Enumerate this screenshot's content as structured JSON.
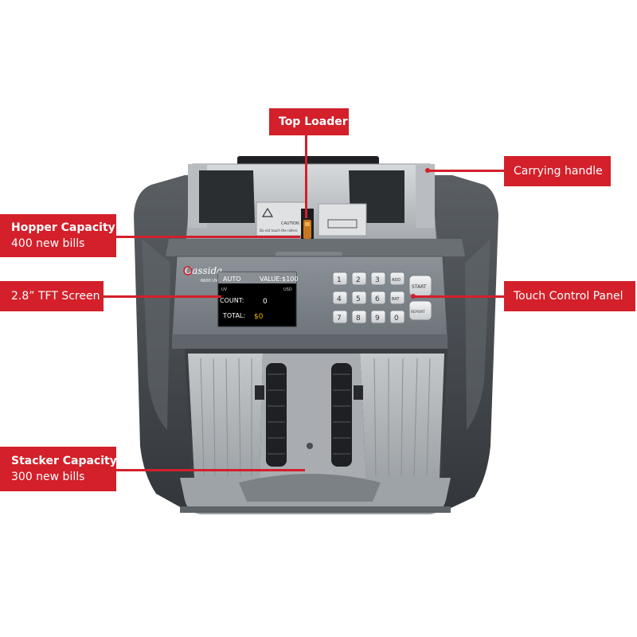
{
  "callouts": {
    "top_loader": "Top Loader",
    "carrying_handle": "Carrying handle",
    "hopper_title": "Hopper Capacity:",
    "hopper_value": "400 new bills",
    "tft_screen": "2.8” TFT Screen",
    "touch_panel": "Touch Control Panel",
    "stacker_title": "Stacker Capacity:",
    "stacker_value": "300 new bills"
  },
  "device": {
    "brand": "Cassida",
    "model": "6600 UV",
    "caution_label": "CAUTION",
    "caution_text": "Do not touch the rollers",
    "screen": {
      "mode": "AUTO",
      "value_label": "VALUE:$100",
      "uv_label": "UV",
      "currency": "USD",
      "count_label": "COUNT:",
      "count_value": "0",
      "total_label": "TOTAL:",
      "total_value": "$0"
    },
    "keypad": {
      "keys": [
        "1",
        "2",
        "3",
        "4",
        "5",
        "6",
        "7",
        "8",
        "9",
        "0"
      ],
      "add_label": "ADD",
      "bat_label": "BAT",
      "start_label": "START",
      "report_label": "REPORT"
    }
  },
  "colors": {
    "accent": "#d3202a",
    "screen_value": "#f5c400",
    "body": "#4a4f54"
  }
}
